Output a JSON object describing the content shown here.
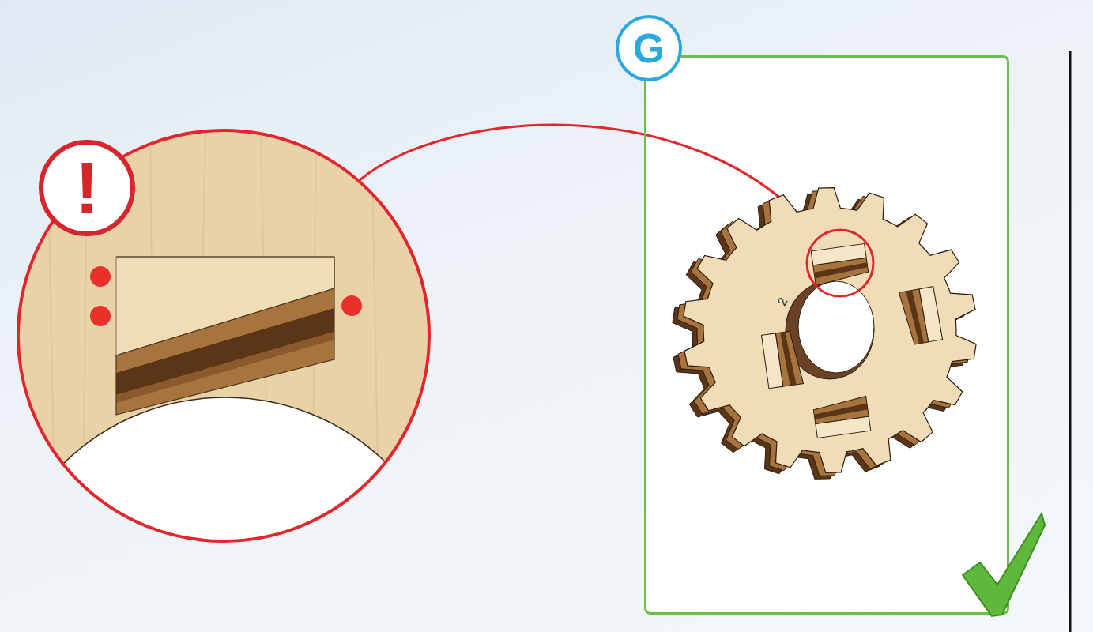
{
  "diagram": {
    "nodes": [
      {
        "text": [
          "G"
        ]
      }
    ],
    "labels": [
      "!",
      "2"
    ]
  }
}
